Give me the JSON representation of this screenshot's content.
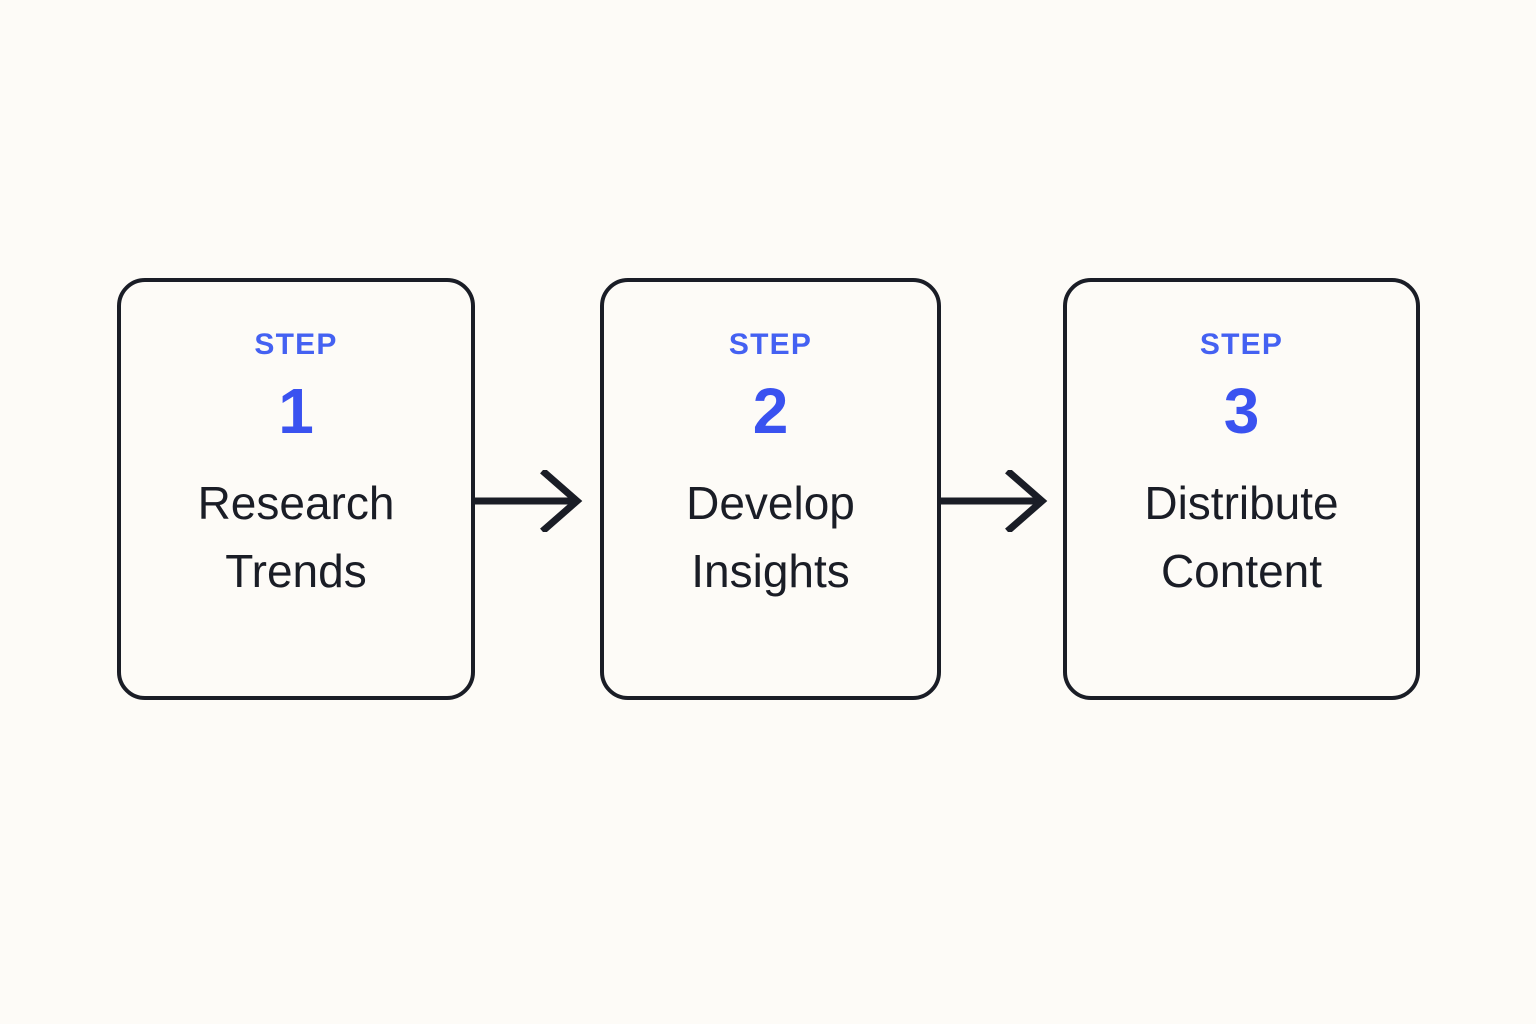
{
  "page": {
    "background_color": "#FDFBF7",
    "type": "process-flow-diagram",
    "orientation": "horizontal"
  },
  "theme": {
    "accent_blue": "#3A52F0",
    "eyebrow_blue": "#4461F2",
    "ink": "#1A1D26",
    "surface": "#FDFBF7"
  },
  "flow": {
    "steps": [
      {
        "eyebrow": "STEP",
        "number": "1",
        "title": "Research\nTrends",
        "title_line_1": "Research",
        "title_line_2": "Trends"
      },
      {
        "eyebrow": "STEP",
        "number": "2",
        "title": "Develop\nInsights",
        "title_line_1": "Develop",
        "title_line_2": "Insights"
      },
      {
        "eyebrow": "STEP",
        "number": "3",
        "title": "Distribute\nContent",
        "title_line_1": "Distribute",
        "title_line_2": "Content"
      }
    ],
    "connectors": [
      {
        "icon": "arrow-right-icon",
        "from": "1",
        "to": "2"
      },
      {
        "icon": "arrow-right-icon",
        "from": "2",
        "to": "3"
      }
    ]
  }
}
